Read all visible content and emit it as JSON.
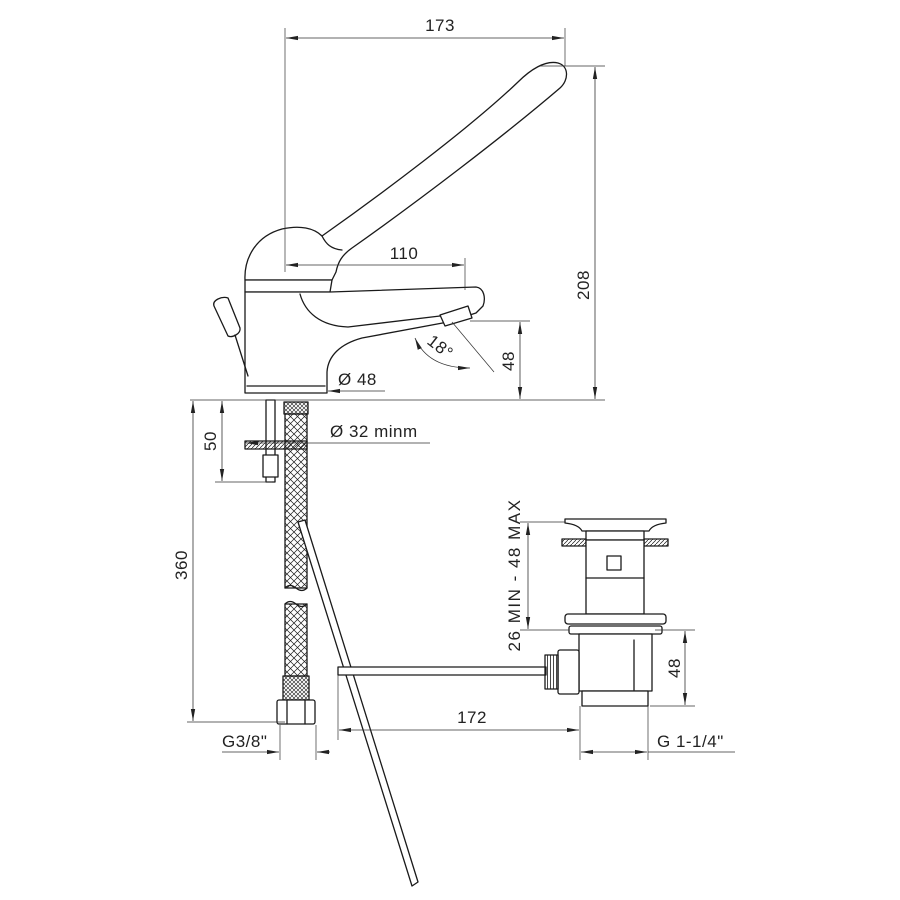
{
  "labels": {
    "width_total": "173",
    "spout_reach": "110",
    "height_total": "208",
    "spout_angle": "18°",
    "spout_height": "48",
    "base_diameter": "Ø 48",
    "hole_diameter": "Ø 32 minm",
    "shank_length": "50",
    "hose_length": "360",
    "basin_thickness": "26 MIN - 48 MAX",
    "drain_height": "48",
    "rod_length": "172",
    "hose_thread": "G3/8\"",
    "drain_thread": "G 1-1/4\""
  },
  "colors": {
    "line": "#1a1a1a",
    "background": "#ffffff"
  }
}
